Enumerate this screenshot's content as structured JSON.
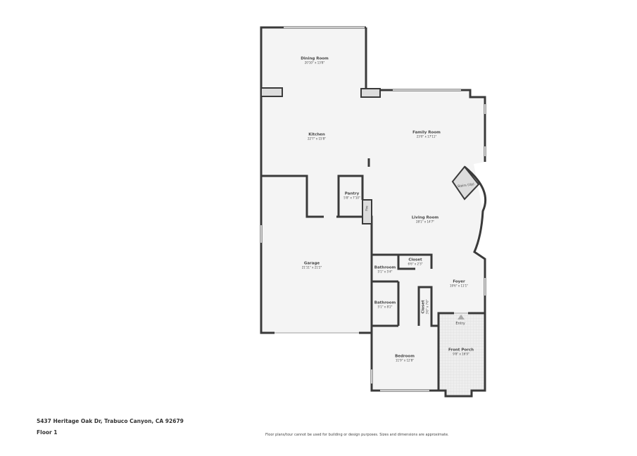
{
  "rooms": [
    {
      "name": "Dining Room",
      "dims": "20'10\" x 13'8\""
    },
    {
      "name": "Kitchen",
      "dims": "22'7\" x 15'8\""
    },
    {
      "name": "Family Room",
      "dims": "23'0\" x 17'11\""
    },
    {
      "name": "Pantry",
      "dims": "5'8\" x 7'10\""
    },
    {
      "name": "Living Room",
      "dims": "28'1\" x 14'7\""
    },
    {
      "name": "Garage",
      "dims": "21'11\" x 21'2\""
    },
    {
      "name": "Bathroom",
      "dims": "5'1\" x 5'4\""
    },
    {
      "name": "Closet",
      "dims": "6'6\" x 2'3\""
    },
    {
      "name": "Foyer",
      "dims": "19'6\" x 11'1\""
    },
    {
      "name": "Bathroom",
      "dims": "5'1\" x 8'2\""
    },
    {
      "name": "Closet",
      "dims": "3'6\" x 7'6\""
    },
    {
      "name": "Bedroom",
      "dims": "11'9\" x 12'8\""
    },
    {
      "name": "Front Porch",
      "dims": "9'8\" x 16'9\""
    }
  ],
  "labels": {
    "stairs": "Stairs (Up)",
    "fire": "Fire",
    "entry": "Entry"
  },
  "footer": {
    "address": "5437 Heritage Oak Dr, Trabuco Canyon, CA 92679",
    "floor": "Floor 1",
    "disclaimer": "Floor plans/tour cannot be used for building or design purposes. Sizes and dimensions are approximate."
  },
  "colors": {
    "wall": "#3a3a3a",
    "floor": "#f4f4f4"
  }
}
